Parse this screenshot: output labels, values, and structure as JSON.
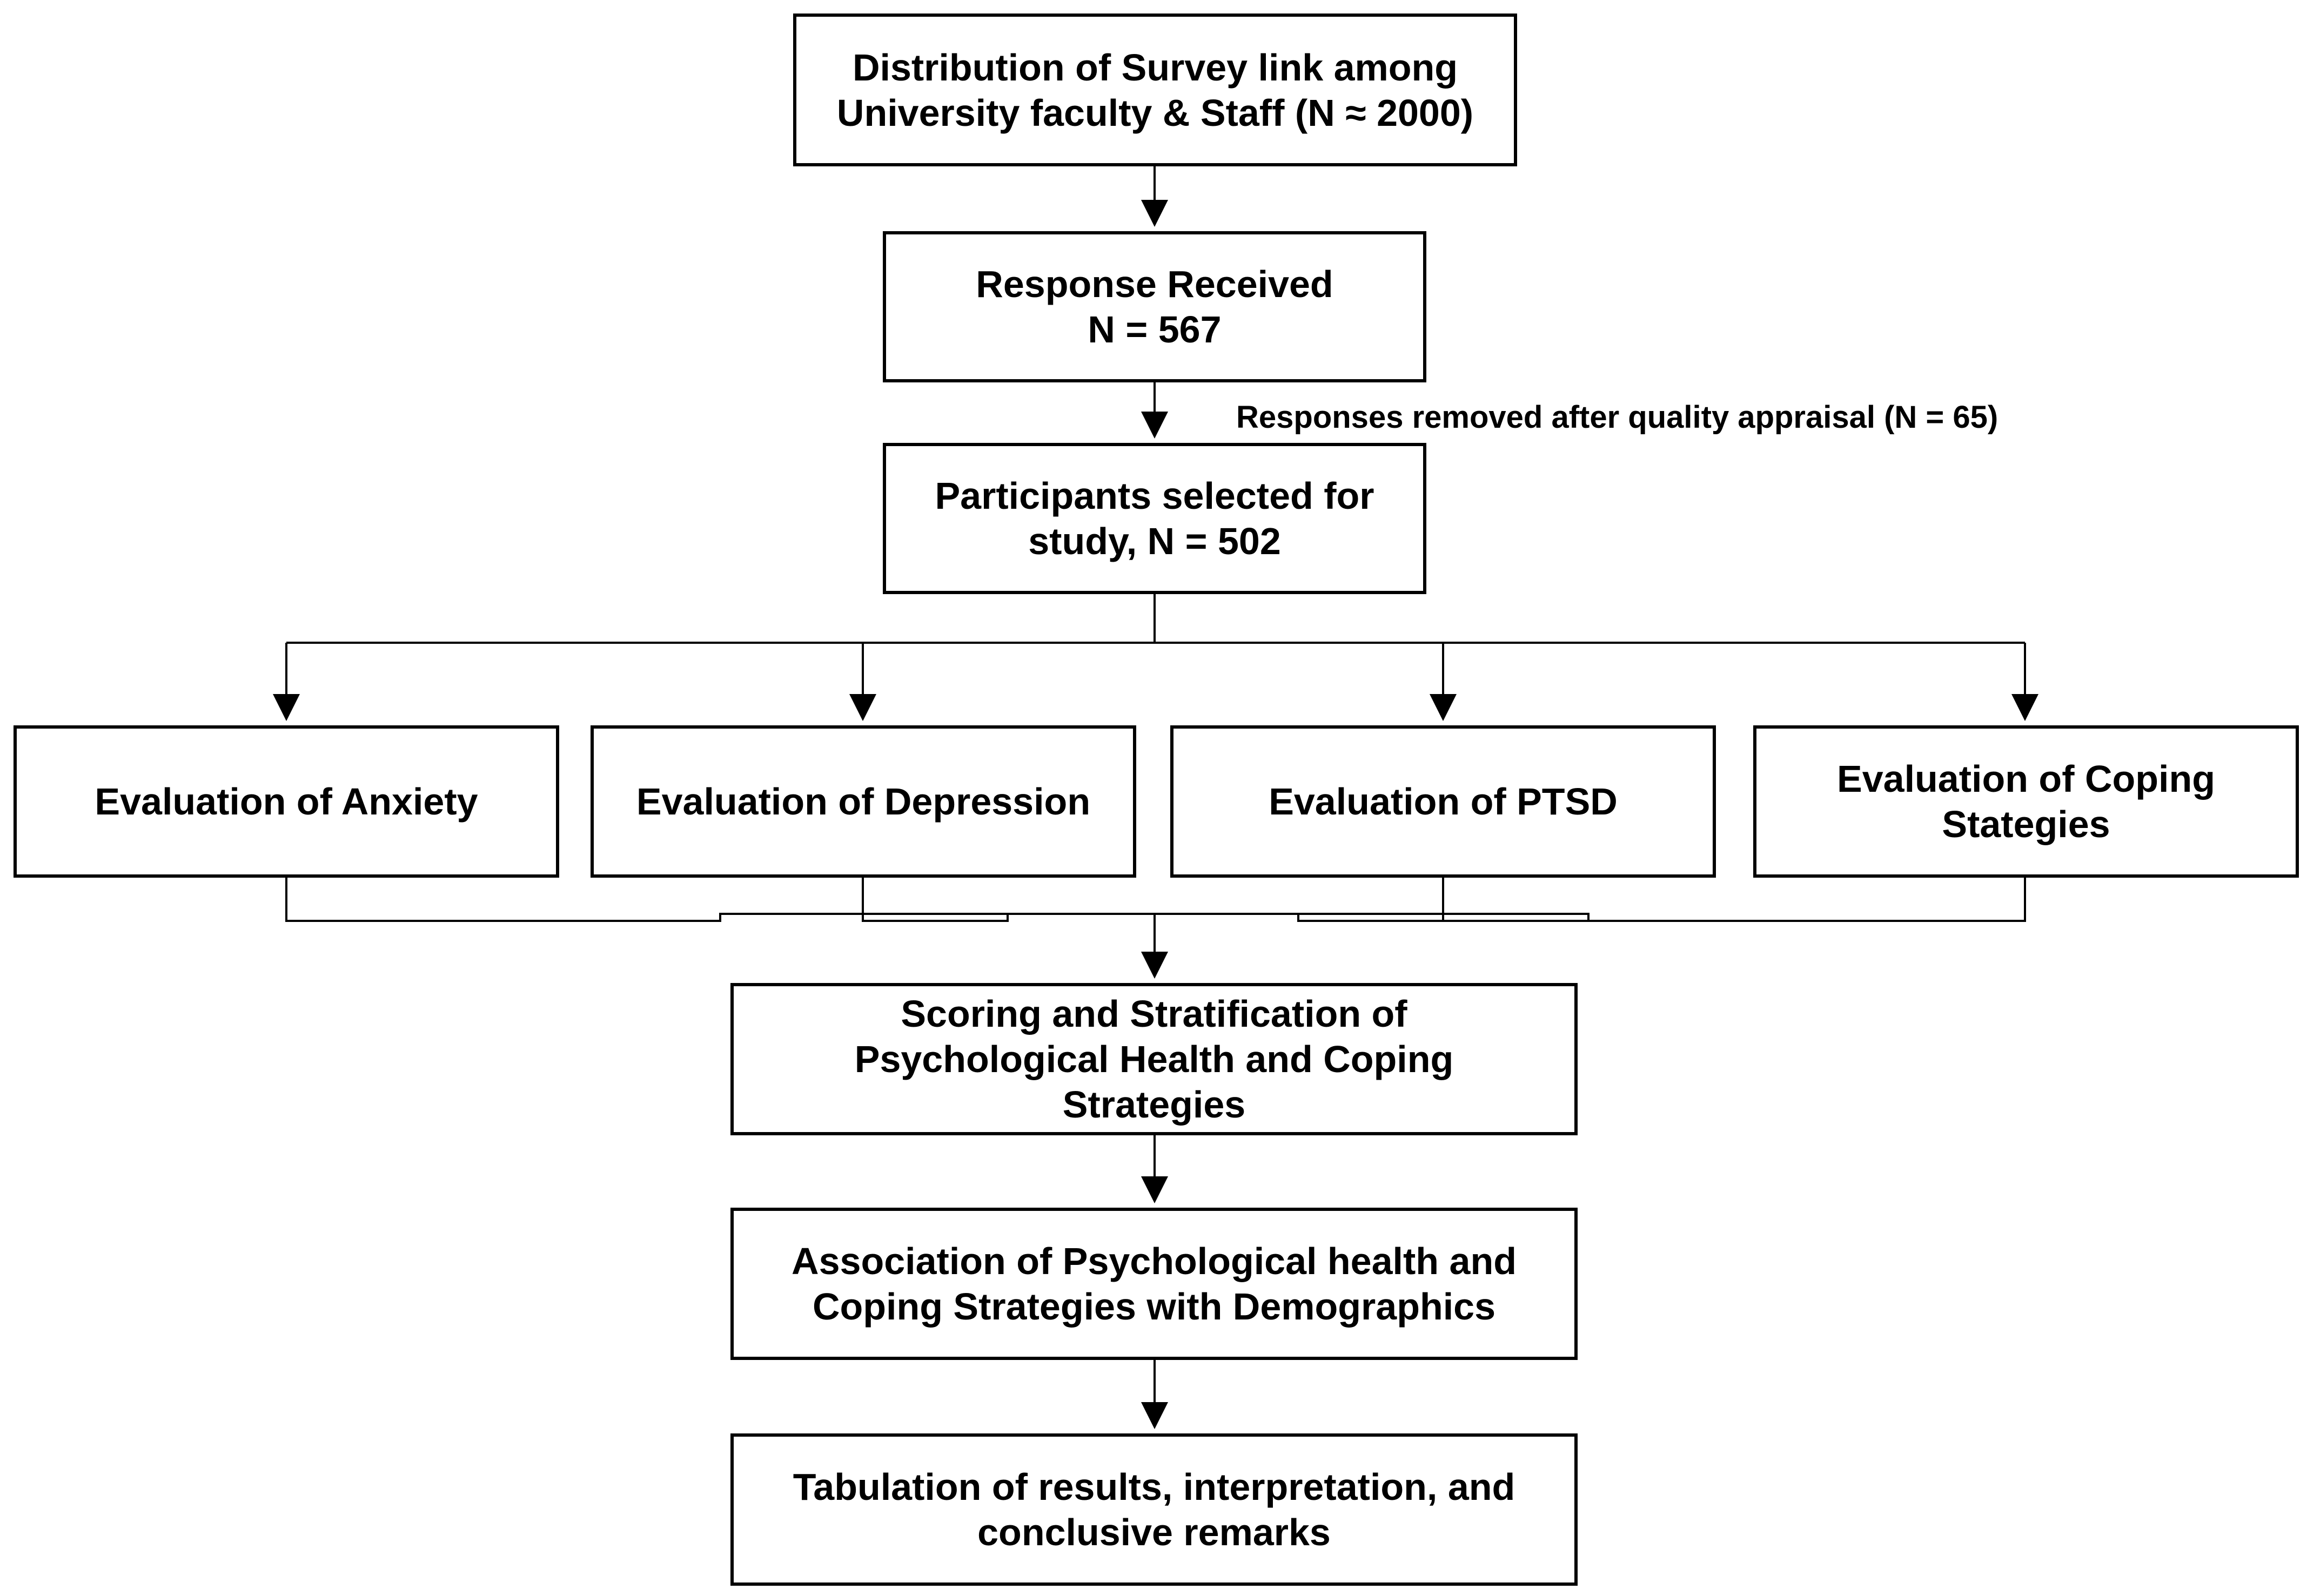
{
  "diagram": {
    "boxes": {
      "distribution": {
        "line1": "Distribution of Survey link among",
        "line2": "University faculty & Staff (N ≈ 2000)"
      },
      "response": {
        "line1": "Response Received",
        "line2": "N = 567"
      },
      "participants": {
        "line1": "Participants selected for",
        "line2": "study, N = 502"
      },
      "anxiety": {
        "line1": "Evaluation of Anxiety"
      },
      "depression": {
        "line1": "Evaluation of Depression"
      },
      "ptsd": {
        "line1": "Evaluation of PTSD"
      },
      "coping": {
        "line1": "Evaluation of Coping",
        "line2": "Stategies"
      },
      "scoring": {
        "line1": "Scoring and Stratification of",
        "line2": "Psychological Health and Coping",
        "line3": "Strategies"
      },
      "association": {
        "line1": "Association of Psychological health and",
        "line2": "Coping Strategies with Demographics"
      },
      "tabulation": {
        "line1": "Tabulation of results, interpretation, and",
        "line2": "conclusive remarks"
      }
    },
    "annotations": {
      "removed": "Responses removed after quality appraisal  (N = 65)"
    }
  }
}
